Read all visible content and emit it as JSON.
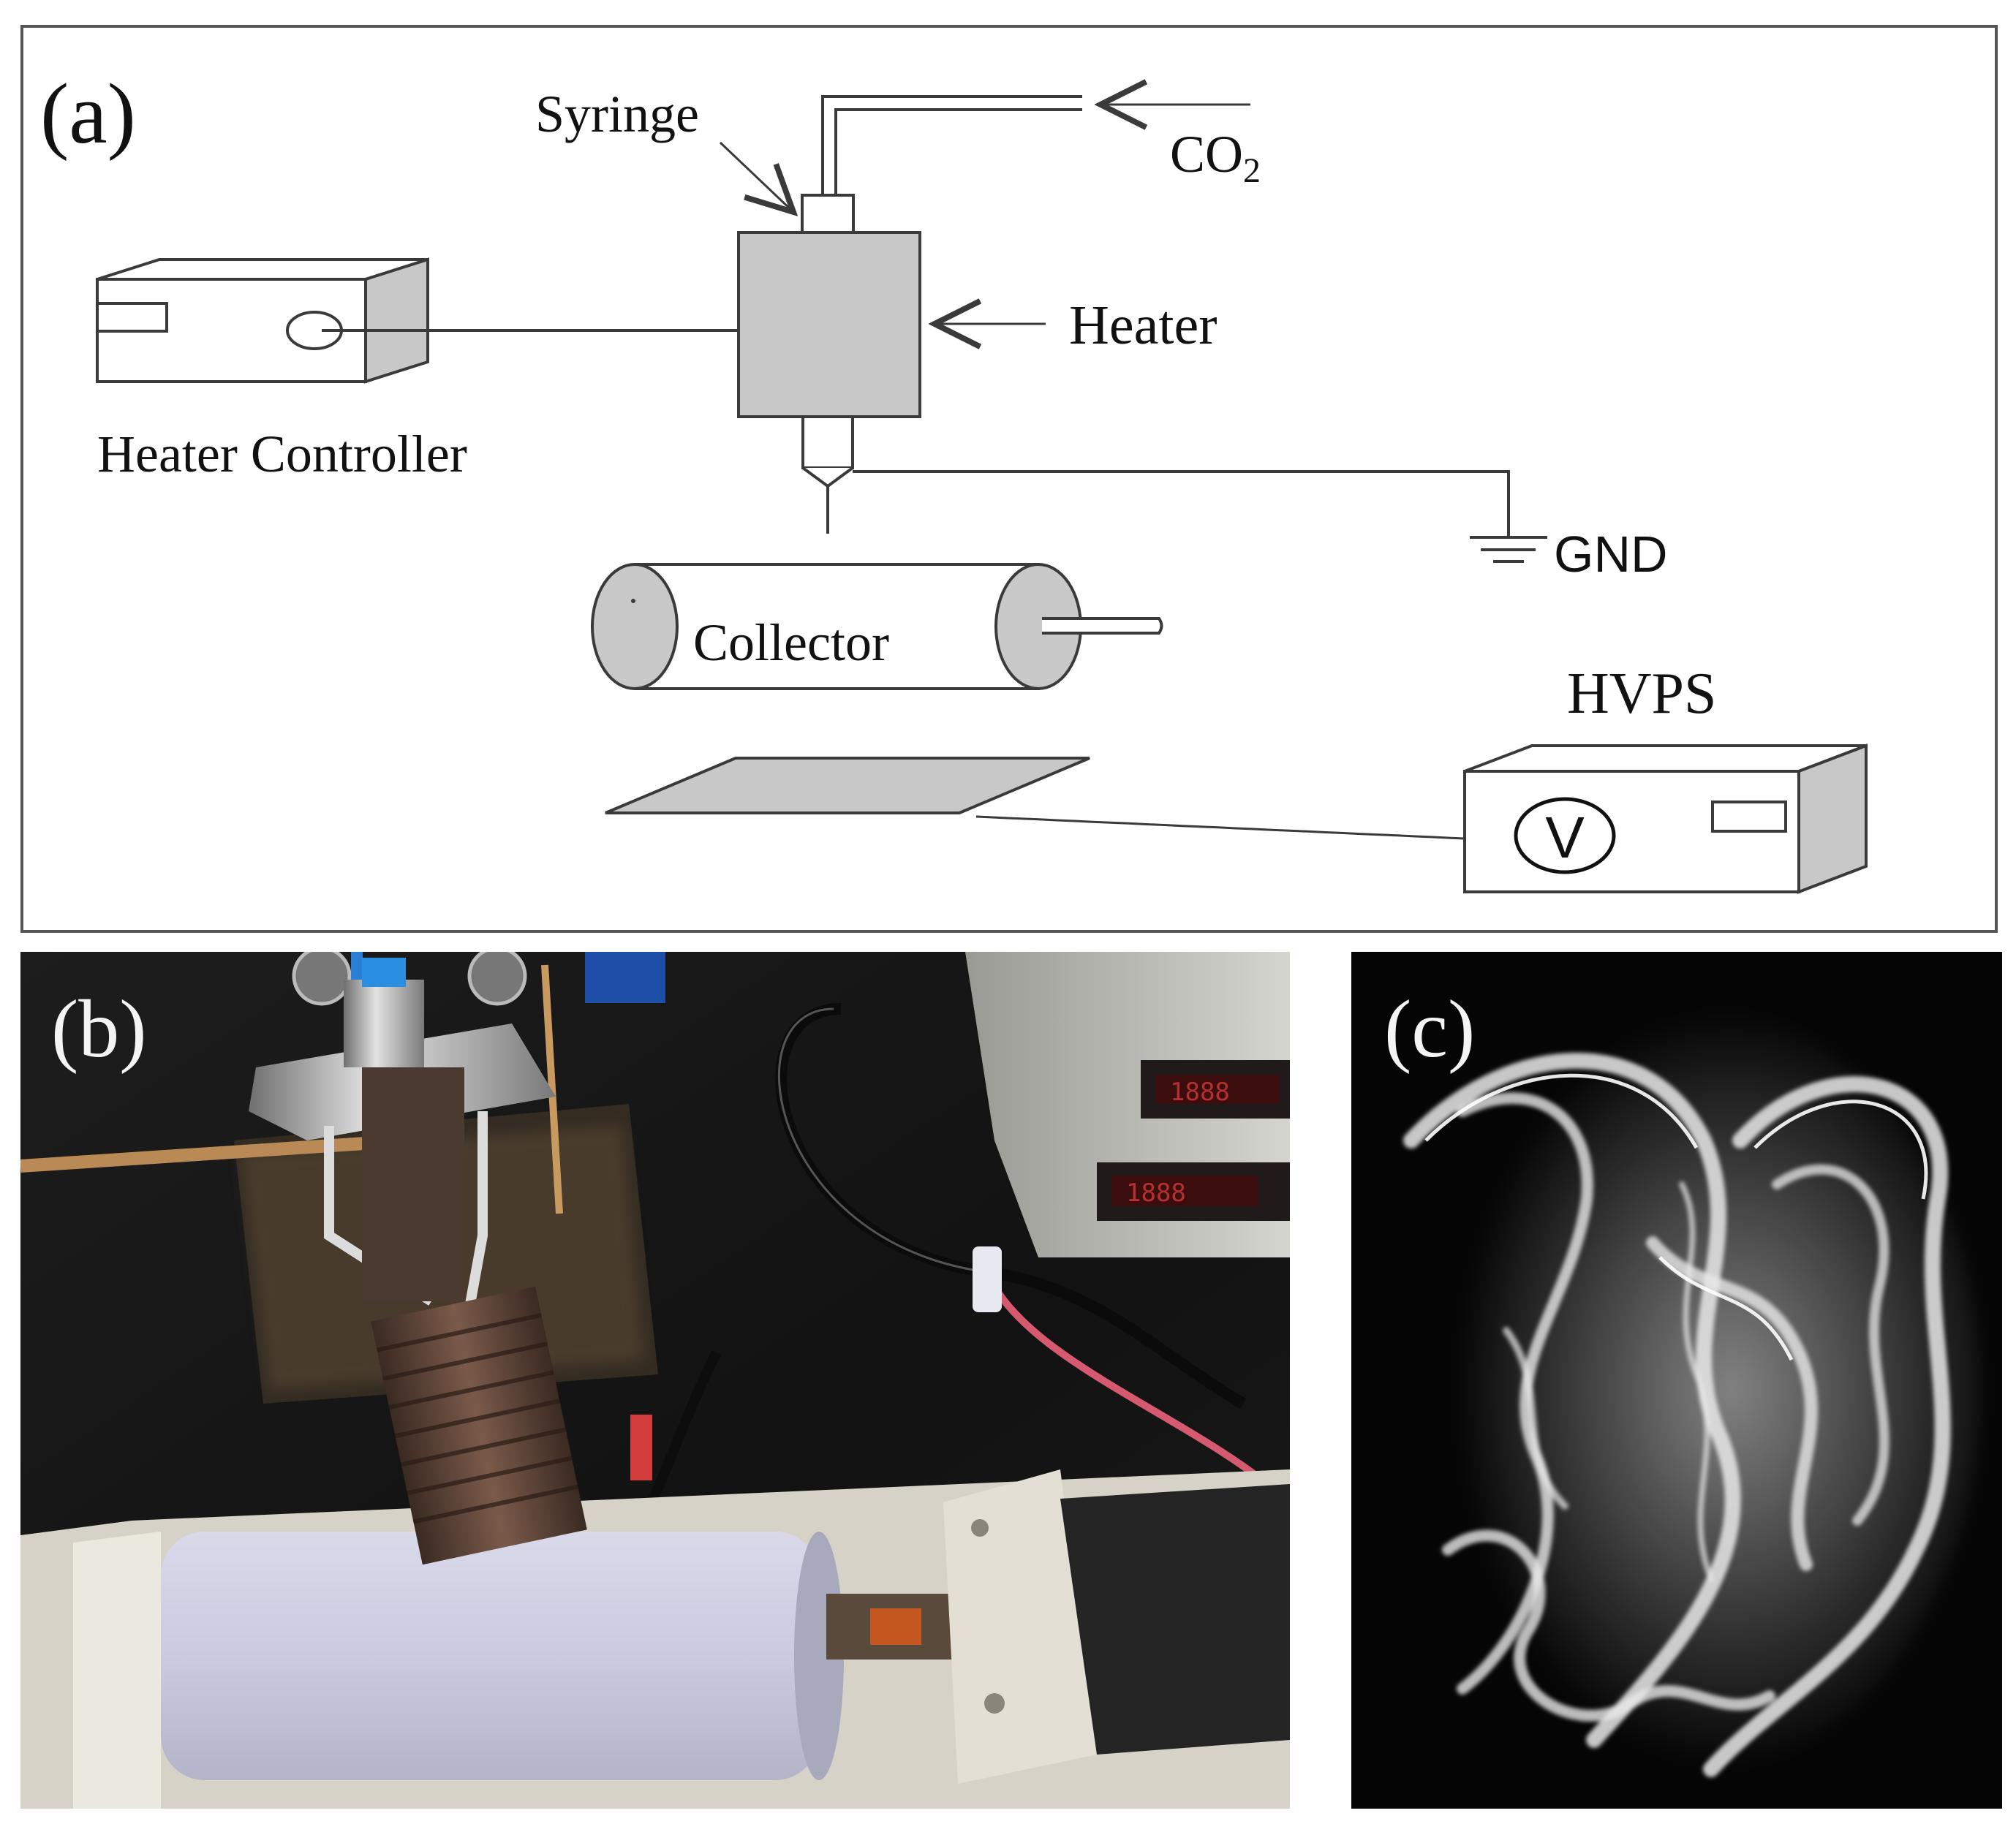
{
  "figure": {
    "panel_a": {
      "panel_label": "(a)",
      "labels": {
        "syringe": "Syringe",
        "co2_main": "CO",
        "co2_sub": "2",
        "heater": "Heater",
        "heater_controller": "Heater Controller",
        "gnd": "GND",
        "collector": "Collector",
        "hvps": "HVPS",
        "voltmeter": "V"
      },
      "colors": {
        "fill_gray": "#c8c8c8",
        "line": "#3a3a3a",
        "frame": "#555555"
      }
    },
    "panel_b": {
      "panel_label": "(b)",
      "content": "photo of electrospinning setup"
    },
    "panel_c": {
      "panel_label": "(c)",
      "content": "photo of white fibrous bundle on black background"
    }
  }
}
